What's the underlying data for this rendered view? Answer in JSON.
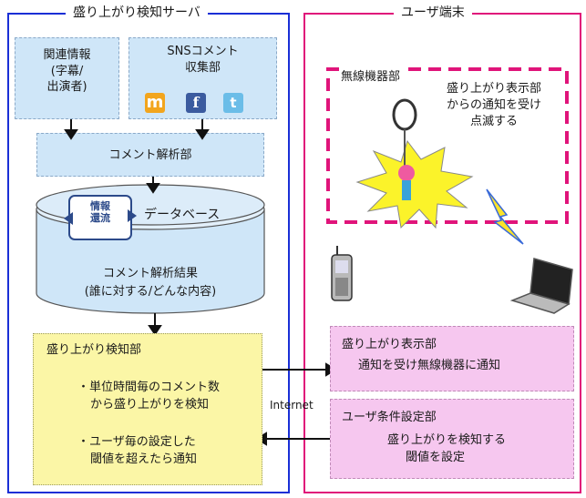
{
  "server": {
    "title": "盛り上がり検知サーバ",
    "related_info": {
      "line1": "関連情報",
      "line2": "(字幕/",
      "line3": "出演者)"
    },
    "sns": {
      "line1": "SNSコメント",
      "line2": "収集部"
    },
    "comment_analysis": "コメント解析部",
    "database": {
      "label": "データベース",
      "result_line1": "コメント解析結果",
      "result_line2": "(誰に対する/どんな内容)"
    },
    "detector": {
      "title": "盛り上がり検知部",
      "bullet1_line1": "・単位時間毎のコメント数",
      "bullet1_line2": "から盛り上がりを検知",
      "bullet2_line1": "・ユーザ毎の設定した",
      "bullet2_line2": "閾値を超えたら通知"
    }
  },
  "terminal": {
    "title": "ユーザ端末",
    "wireless_label": "無線機器部",
    "blink_note": {
      "line1": "盛り上がり表示部",
      "line2": "からの通知を受け",
      "line3": "点滅する"
    },
    "display": {
      "title": "盛り上がり表示部",
      "desc": "通知を受け無線機器に通知"
    },
    "condition": {
      "title": "ユーザ条件設定部",
      "line1": "盛り上がりを検知する",
      "line2": "閾値を設定"
    }
  },
  "internet_label": "Internet",
  "icons": [
    "mixi-icon",
    "facebook-icon",
    "twitter-icon",
    "info-circulation-icon",
    "keychain-device-icon",
    "lightning-icon",
    "mobile-phone-icon",
    "laptop-icon"
  ],
  "colors": {
    "server": "#1a2fd6",
    "terminal": "#e0147a",
    "blue_fill": "#cfe6f8",
    "yellow_fill": "#fbf6a6",
    "pink_fill": "#f6c7ef"
  }
}
